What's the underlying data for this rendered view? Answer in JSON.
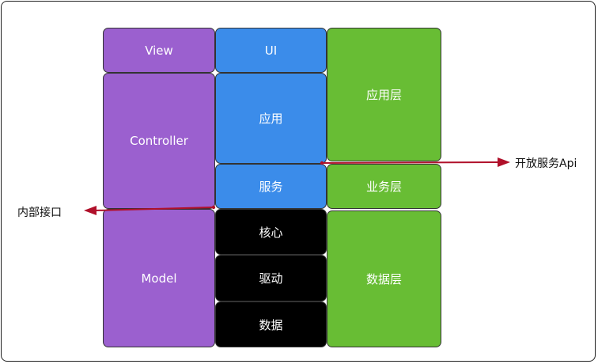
{
  "mvc": {
    "view": "View",
    "controller": "Controller",
    "model": "Model"
  },
  "stack": {
    "ui": "UI",
    "app": "应用",
    "service": "服务",
    "core": "核心",
    "driver": "驱动",
    "data": "数据"
  },
  "layers": {
    "app_layer": "应用层",
    "business_layer": "业务层",
    "data_layer": "数据层"
  },
  "annotations": {
    "open_api": "开放服务Api",
    "internal_interface": "内部接口"
  },
  "colors": {
    "purple": "#9b60cf",
    "blue": "#3b8cea",
    "black": "#000000",
    "green": "#68bd34",
    "arrow": "#b0102a"
  }
}
